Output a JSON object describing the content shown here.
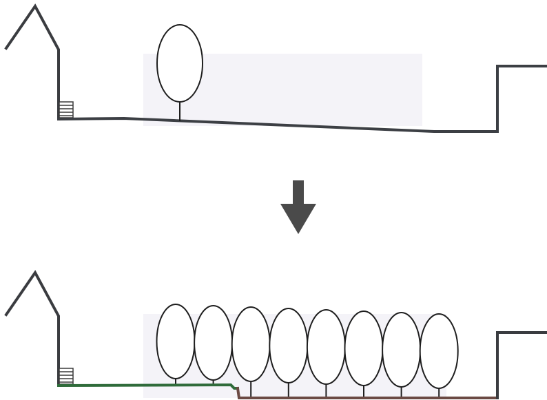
{
  "diagram": {
    "colors": {
      "ground_existing": "#3c3f44",
      "ground_new_upper": "#2f6b3a",
      "ground_new_lower": "#6b4a44",
      "building_outline": "#3a3c40",
      "tree_outline": "#1e1e1e",
      "arrow_fill": "#4a4a4a",
      "shading": "#f4f3f8"
    },
    "panels": [
      {
        "name": "existing-site-section",
        "tree_count": 1,
        "icons": [
          "house-outline-icon",
          "steps-icon",
          "tree-icon",
          "retaining-wall-icon"
        ]
      },
      {
        "name": "proposed-site-section",
        "tree_count": 8,
        "icons": [
          "house-outline-icon",
          "steps-icon",
          "tree-icon",
          "retaining-wall-icon"
        ]
      }
    ],
    "transition_icon": "down-arrow-icon"
  }
}
